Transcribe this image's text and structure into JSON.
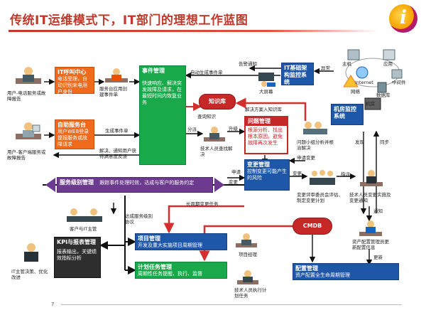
{
  "title": "传统IT运维模式下，IT部门的理想工作蓝图",
  "page_number": "7",
  "boxes": {
    "it_call_center": {
      "title": "IT呼叫中心",
      "body": "电话受理，自动识别来电用户身份"
    },
    "self_service": {
      "title": "自助服务台",
      "body": "用户WEB登录提报服务或故障请求"
    },
    "event_mgmt": {
      "title": "事件管理",
      "body": "快速响应、解决突发故障及请求，在最短时间内恢复业务"
    },
    "knowledge_base": {
      "title": "知识库"
    },
    "problem_mgmt": {
      "title": "问题管理",
      "body": "根源分析、找出根本原因，避免故障再次发生"
    },
    "change_mgmt": {
      "title": "变更管理",
      "body": "控制变更可能产生的风险"
    },
    "it_infra_monitor": {
      "title": "IT基础架构监控系统"
    },
    "room_monitor": {
      "title": "机房监控系统"
    },
    "slm": {
      "title": "服务级别管理",
      "body": "跟踪事件处理时效，达成与客户的服务约定"
    },
    "kpi": {
      "title": "KPI与报表管理",
      "body": "报表输出，关键绩效指标分析"
    },
    "project_mgmt": {
      "title": "项目管理",
      "body": "开发及重大实施项目周期管理"
    },
    "plan_task": {
      "title": "计划任务管理",
      "body": "周期性任务提醒、执行、监督"
    },
    "cmdb": {
      "title": "CMDB"
    },
    "config_mgmt": {
      "title": "配置管理",
      "body": "资产配置全生命周期管理"
    }
  },
  "labels": {
    "user_phone": "用户-电话服务或故障报告",
    "user_client": "用户-客户端服务或故障报告",
    "service_desk_create": "服务台应用创建事件单",
    "generate_event": "生成事件单",
    "solve_notify": "解决、通知用户获得满意度反馈",
    "auto_generate": "自动生成事件单",
    "alarm_notify": "告警通知",
    "big_screen": "大屏幕",
    "exception": "异常",
    "query_knowledge": "查询知识",
    "solution_to_kb": "解决方案入知识库",
    "dispatch": "分派",
    "upgrade": "升级",
    "tech_staff_lookup": "技术人员查找解决",
    "problem_group": "问题小组分析并根治解决",
    "apply_change": "申请变更",
    "apply": "申请",
    "change": "变更",
    "change_board": "变更评审委员会评估、制定变更计划",
    "assign": "指派",
    "tech_implement": "技术人员变更实施及变更通知",
    "discover": "发现",
    "sync": "同步",
    "notify": "通知",
    "asset_admin": "资产配置管理员更新配置信息",
    "update": "更新",
    "long_cycle_change": "长周期变更任务",
    "customer_it": "客户与IT主管",
    "reach_sla": "达成服务级别协议",
    "it_director": "IT主管决策、优化改进",
    "project_manager": "项目经理",
    "tech_plan": "技术人员执行计划任务",
    "internet": "Internet",
    "network": "网络",
    "database": "数据库",
    "middleware": "中间件",
    "app": "应用",
    "host": "主机",
    "datacenter": "机房"
  },
  "colors": {
    "orange": "#f06a1c",
    "green": "#19a84a",
    "blue": "#1e56a8",
    "purple": "#6c3a8e",
    "red_arrow": "#d32f2f",
    "black_line": "#111111",
    "title_red": "#c0392b"
  },
  "icons": [
    "person-at-desk-icon",
    "server-icon",
    "database-icon",
    "cloud-icon",
    "warning-icon",
    "monitor-icon"
  ]
}
